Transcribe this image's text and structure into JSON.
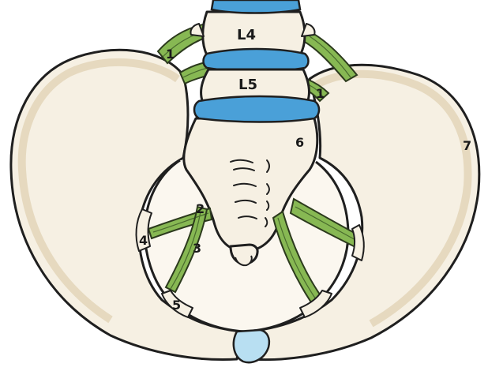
{
  "labels": {
    "l4": "L4",
    "l5": "L5",
    "n1_left": "1",
    "n1_right": "1",
    "n2": "2",
    "n3": "3",
    "n4": "4",
    "n5": "5",
    "n6": "6",
    "n7": "7"
  },
  "colors": {
    "disc": "#4aa0d8",
    "ligament": "#87b853",
    "bone": "#f6f0e3",
    "outline": "#1f1f1f"
  }
}
